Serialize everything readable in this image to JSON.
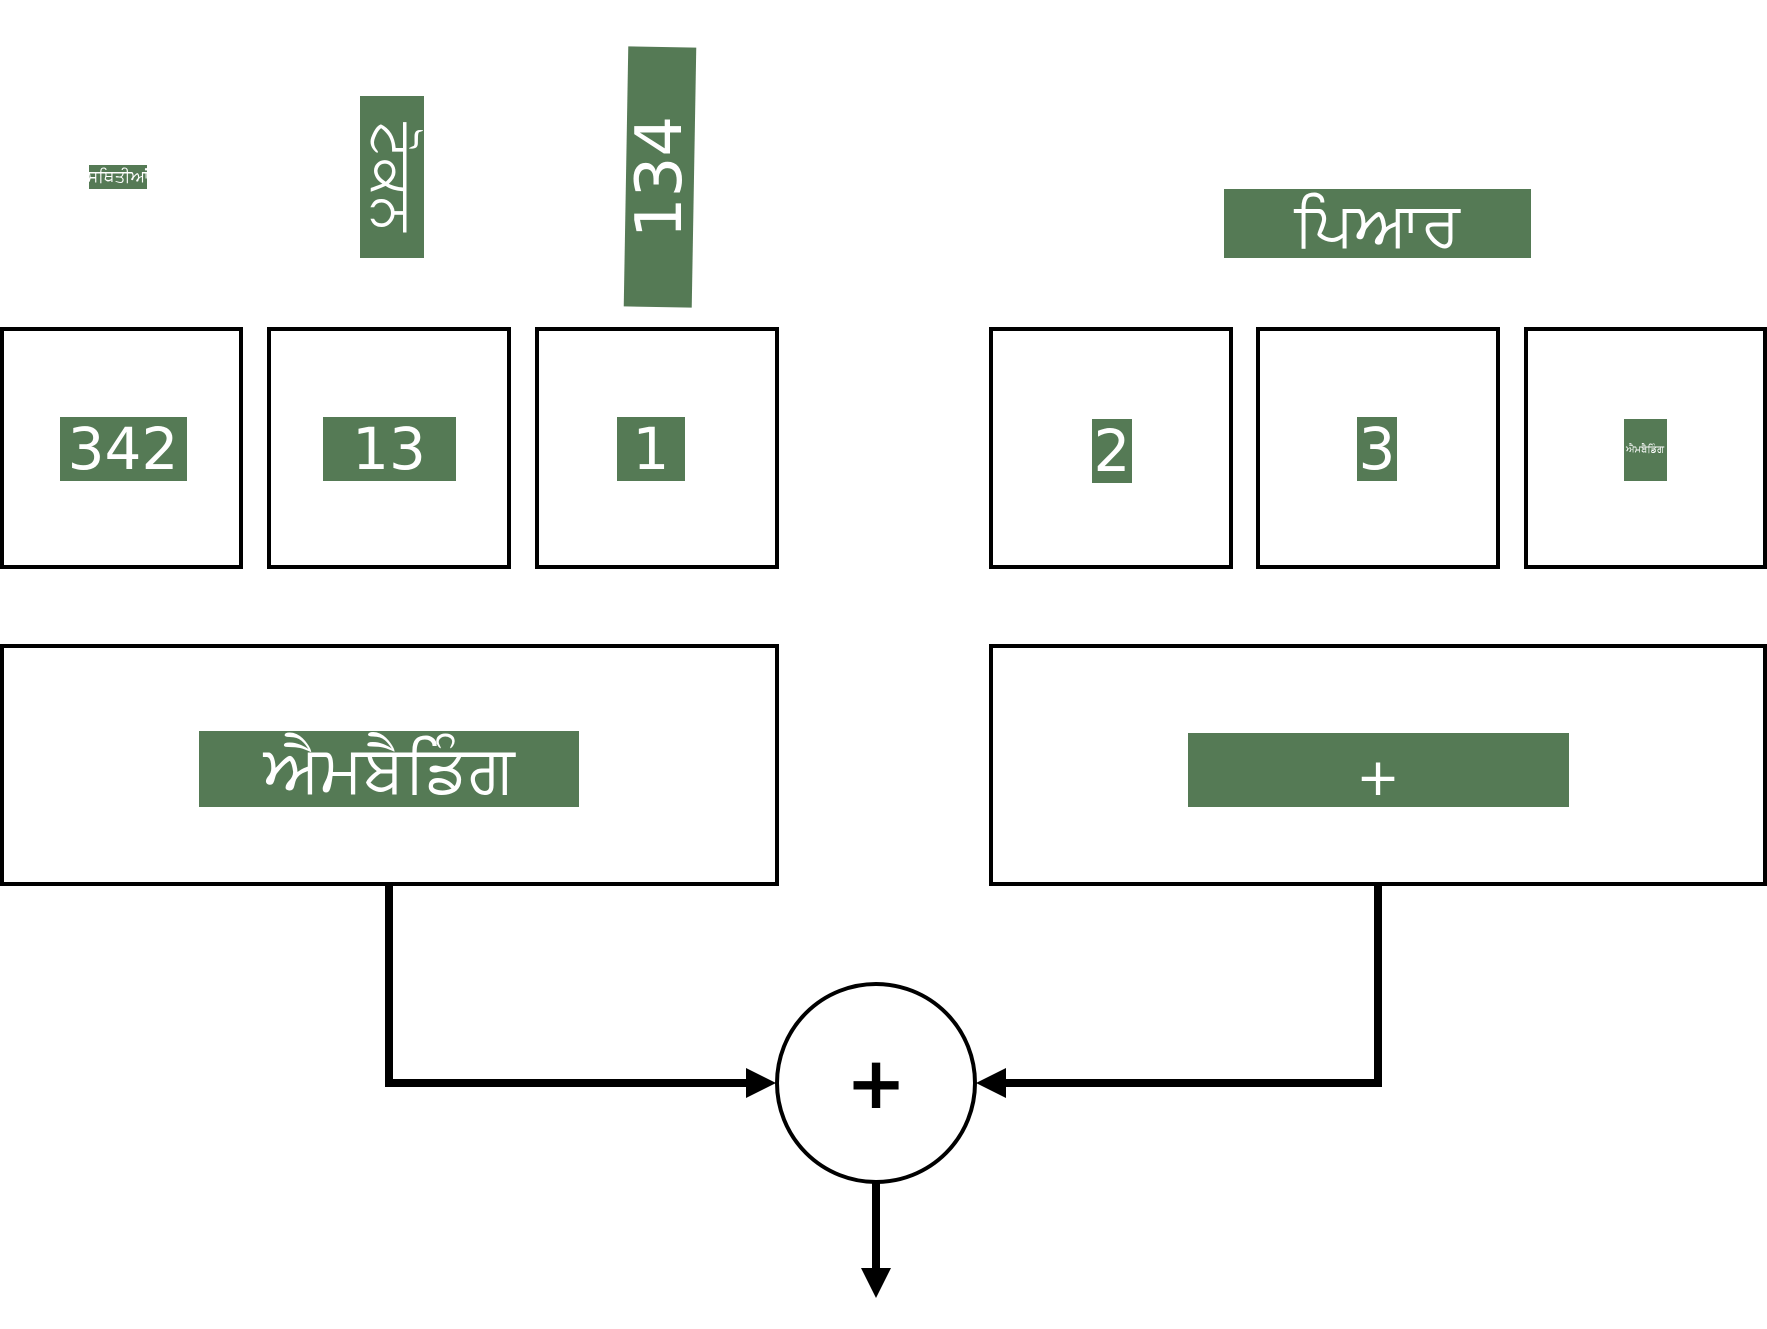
{
  "labels": {
    "positions": "ਸਥਿਤੀਆਂ",
    "token": "ਟੋਕਨ",
    "number": "134",
    "love": "ਪਿਆਰ",
    "embedding": "ਐਮਬੈਡਿੰਗ",
    "plus": "+",
    "sum": "+"
  },
  "token_ids": [
    "342",
    "13",
    "1"
  ],
  "position_ids": [
    "2",
    "3",
    "ਐਮਬੈਡਿੰਗ"
  ],
  "colors": {
    "label_bg": "#557a55",
    "label_text": "#ffffff",
    "stroke": "#000000"
  }
}
